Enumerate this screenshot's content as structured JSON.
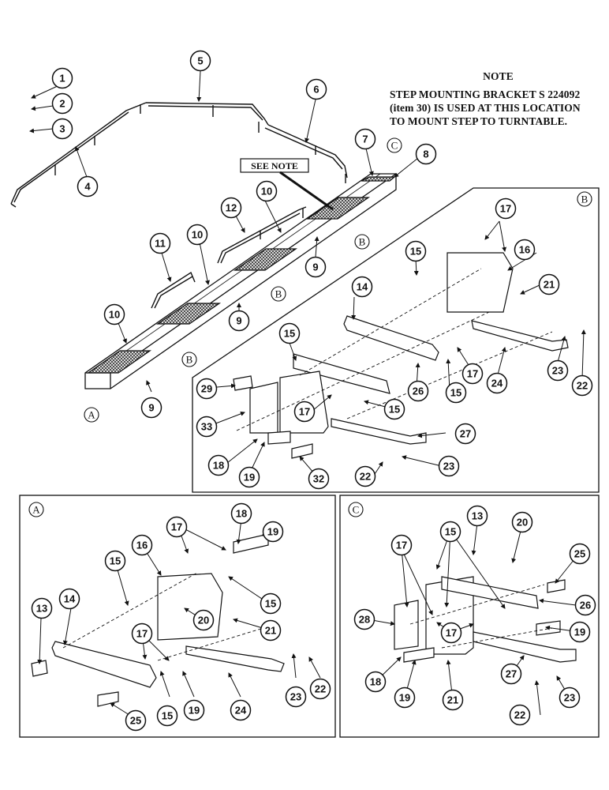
{
  "note": {
    "title": "NOTE",
    "lines": [
      "STEP MOUNTING BRACKET S 224092",
      "(item 30) IS USED AT THIS LOCATION",
      "TO MOUNT STEP TO TURNTABLE."
    ]
  },
  "see_note": "SEE NOTE",
  "detail_labels": {
    "a": "A",
    "b": "B",
    "c": "C"
  },
  "callouts": [
    "1",
    "2",
    "3",
    "4",
    "5",
    "6",
    "7",
    "8",
    "9",
    "10",
    "11",
    "12",
    "13",
    "14",
    "15",
    "16",
    "17",
    "18",
    "19",
    "20",
    "21",
    "22",
    "23",
    "24",
    "25",
    "26",
    "27",
    "28",
    "29",
    "32",
    "33"
  ],
  "colors": {
    "ink": "#111111",
    "paper": "#ffffff",
    "mesh": "#555555"
  }
}
